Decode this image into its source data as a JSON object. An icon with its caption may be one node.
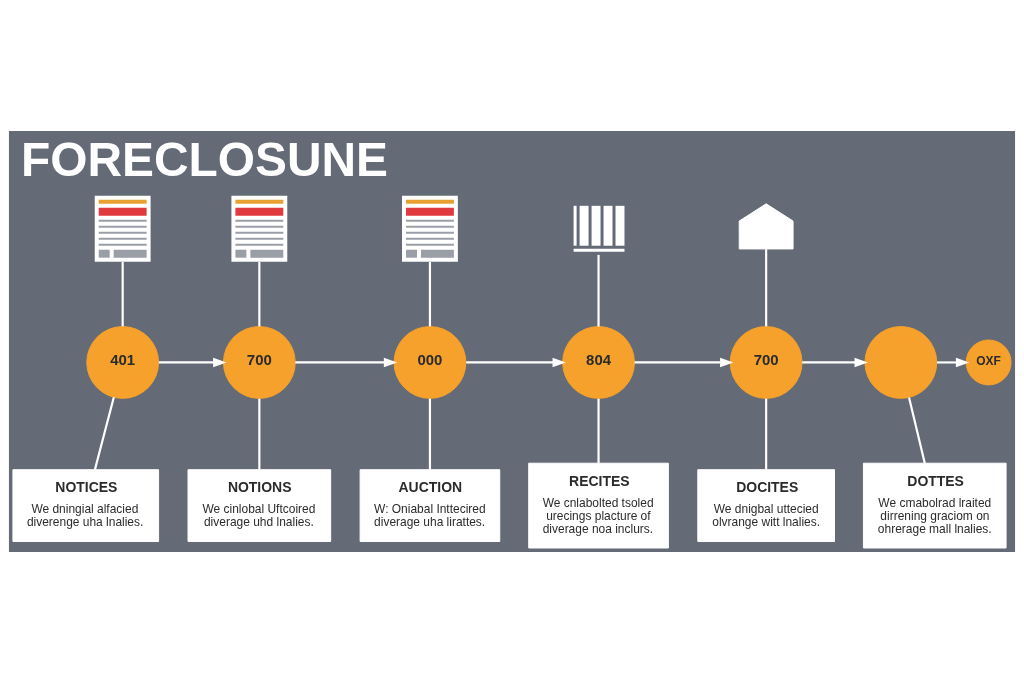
{
  "diagram": {
    "title": "FORECLOSUNE",
    "nodes": [
      {
        "text": [],
        "shape": "picture"
      },
      {
        "text": [],
        "shape": "picture"
      },
      {
        "text": [],
        "shape": "picture"
      },
      {
        "text": [],
        "shape": "picture"
      },
      {
        "text": [],
        "shape": "picture"
      },
      {
        "text": [
          "401"
        ]
      },
      {
        "text": [
          "700"
        ]
      },
      {
        "text": [
          "000"
        ]
      },
      {
        "text": [
          "804"
        ]
      },
      {
        "text": [
          "700"
        ]
      },
      {
        "text": [],
        "shape": "circle"
      },
      {
        "text": [
          "OXF"
        ]
      },
      {
        "text": [
          "NOTICES",
          "We dningial alfacied diverenge uha lnalies."
        ]
      },
      {
        "text": [
          "NOTIONS",
          "We cinlobal Uftcoired diverage uhd lnalies."
        ]
      },
      {
        "text": [
          "AUCTION",
          "W: Oniabal Inttecired diverage uha lirattes."
        ]
      },
      {
        "text": [
          "RECITES",
          "We cnlabolted tsoled urecings placture of diverage noa inclurs."
        ]
      },
      {
        "text": [
          "DOCITES",
          "We dnigbal uttecied olvrange witt lnalies."
        ]
      },
      {
        "text": [
          "DOTTES",
          "We cmabolrad lraited dirrening graciom on ohrerage mall lnalies."
        ]
      }
    ],
    "edges": [
      {
        "from": 0,
        "to": 5,
        "arrow": "none"
      },
      {
        "from": 1,
        "to": 6,
        "arrow": "none"
      },
      {
        "from": 2,
        "to": 7,
        "arrow": "none"
      },
      {
        "from": 3,
        "to": 8,
        "arrow": "none"
      },
      {
        "from": 4,
        "to": 9,
        "arrow": "none"
      },
      {
        "from": 5,
        "to": 6,
        "arrow": "to"
      },
      {
        "from": 6,
        "to": 7,
        "arrow": "to"
      },
      {
        "from": 7,
        "to": 8,
        "arrow": "to"
      },
      {
        "from": 8,
        "to": 9,
        "arrow": "to"
      },
      {
        "from": 9,
        "to": 10,
        "arrow": "to"
      },
      {
        "from": 10,
        "to": 11,
        "arrow": "to"
      },
      {
        "from": 5,
        "to": 12,
        "arrow": "none"
      },
      {
        "from": 6,
        "to": 13,
        "arrow": "none"
      },
      {
        "from": 7,
        "to": 14,
        "arrow": "none"
      },
      {
        "from": 8,
        "to": 15,
        "arrow": "none"
      },
      {
        "from": 9,
        "to": 16,
        "arrow": "none"
      },
      {
        "from": 10,
        "to": 17,
        "arrow": "none"
      }
    ]
  }
}
